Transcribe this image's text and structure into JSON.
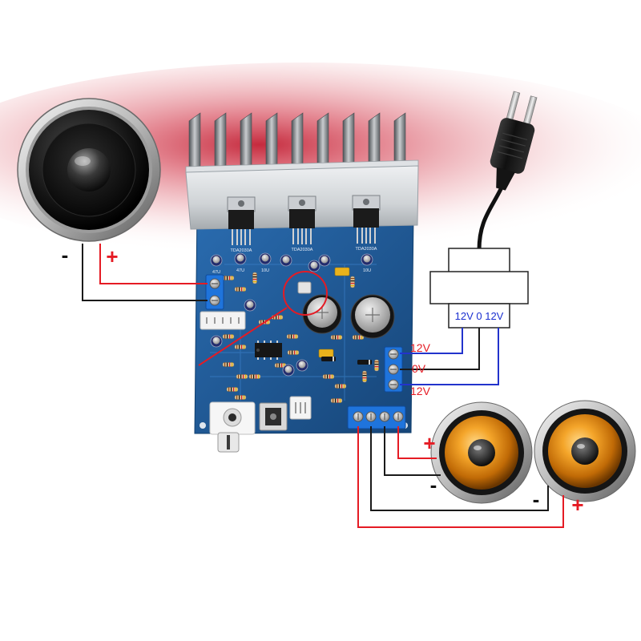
{
  "transformer": {
    "label": "12V 0 12V"
  },
  "power_terminal_labels": {
    "top": "12V",
    "middle": "0V",
    "bottom": "12V"
  },
  "woofer": {
    "negative": "-",
    "positive": "+"
  },
  "tweeter_left": {
    "positive": "+",
    "negative": "-"
  },
  "tweeter_right": {
    "negative": "-",
    "positive": "+"
  },
  "board": {
    "chips": [
      "TDA2030A",
      "TDA2030A",
      "TDA2030A"
    ],
    "capacitor_labels": [
      "47U",
      "47U",
      "10U",
      "10U"
    ]
  },
  "icons": {
    "woofer": "woofer-icon",
    "tweeter": "tweeter-icon",
    "plug": "power-plug-icon",
    "transformer": "transformer-icon"
  },
  "colors": {
    "wire_positive": "#e51b24",
    "wire_negative": "#1a1a1a",
    "wire_ac": "#2233cc",
    "label_red": "#e51b24",
    "label_black": "#111111",
    "label_blue": "#1a2fd0",
    "pcb": "#1d5a9e"
  }
}
